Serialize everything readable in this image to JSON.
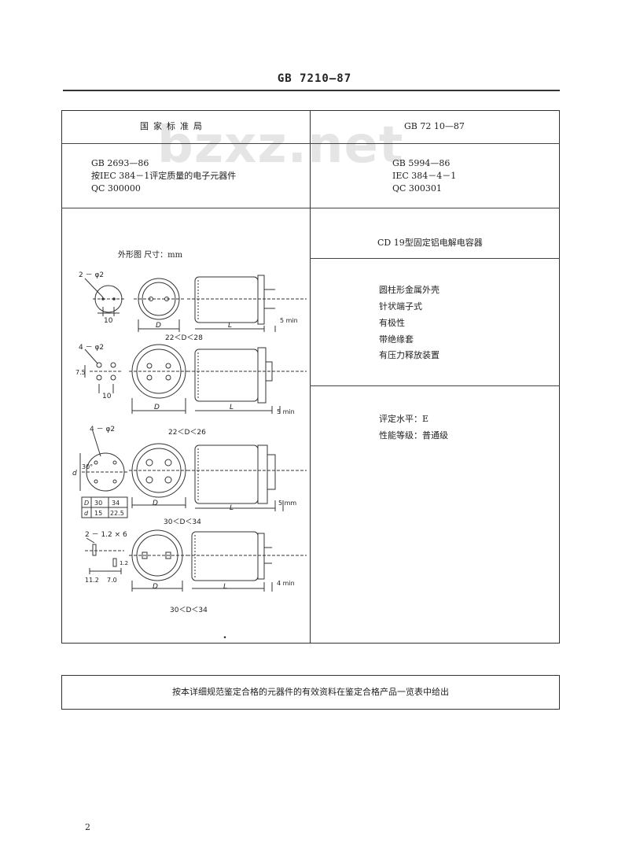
{
  "header": {
    "title": "GB 7210—87"
  },
  "watermark": "bzxz.net",
  "table": {
    "left_title": "国家标准局",
    "right_title": "GB  72 10—87",
    "left_refs": [
      "GB  2693—86",
      "按IEC  384－1评定质量的电子元器件",
      "QC  300000"
    ],
    "right_refs": [
      "GB  5994—86",
      "IEC  384－4－1",
      "QC  300301"
    ],
    "product_name": "CD 19型固定铝电解电容器",
    "features": [
      "圆柱形金属外壳",
      "针状端子式",
      "有极性",
      "带绝缘套",
      "有压力释放装置"
    ],
    "assessment_level": "评定水平：E",
    "performance_grade": "性能等级：普通级",
    "outline_label": "外形图  尺寸：mm"
  },
  "drawings": [
    {
      "pin_label": "2 － φ2",
      "spacing": "10",
      "d_label": "D",
      "l_label": "L",
      "lead_len": "5 min",
      "range": "22＜D＜28"
    },
    {
      "pin_label": "4 － φ2",
      "spacing": "10",
      "spacing_v": "7.5",
      "d_label": "D",
      "l_label": "L",
      "lead_len": "5 min",
      "range": "22＜D＜26"
    },
    {
      "pin_label": "4 － φ2",
      "angle": "30°",
      "d_side": "d",
      "d_label": "D",
      "l_label": "L",
      "lead_len": "5 mm",
      "range": "30＜D＜34",
      "dim_table": {
        "rows": [
          {
            "head": "D",
            "vals": [
              "30",
              "34"
            ]
          },
          {
            "head": "d",
            "vals": [
              "15",
              "22.5"
            ]
          }
        ]
      }
    },
    {
      "pin_label": "2 － 1.2 × 6",
      "spacing_a": "11.2",
      "spacing_b": "7.0",
      "spacing_v": "1.2",
      "d_label": "D",
      "l_label": "L",
      "lead_len": "4 min",
      "range": "30＜D＜34"
    }
  ],
  "footer_note": "按本详细规范鉴定合格的元器件的有效资料在鉴定合格产品一览表中给出",
  "page_number": "2"
}
